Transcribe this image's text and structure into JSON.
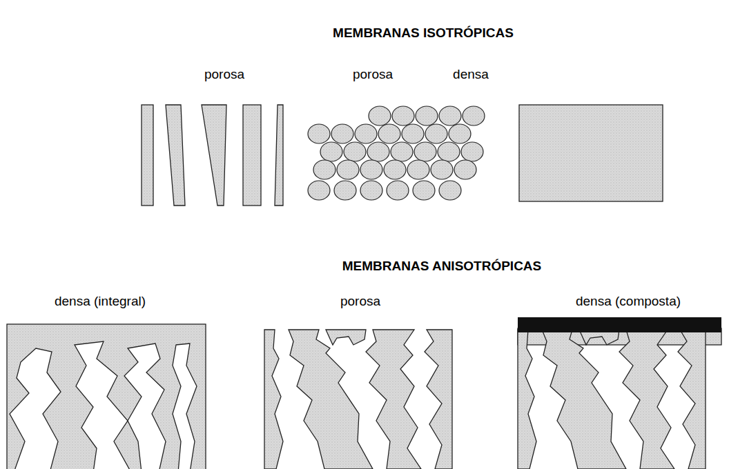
{
  "diagram": {
    "labels": [
      "MEMBRANAS ISOTRÓPICAS",
      "porosa",
      "porosa",
      "densa",
      "MEMBRANAS ANISOTRÓPICAS",
      "densa (integral)",
      "porosa",
      "densa (composta)"
    ]
  }
}
